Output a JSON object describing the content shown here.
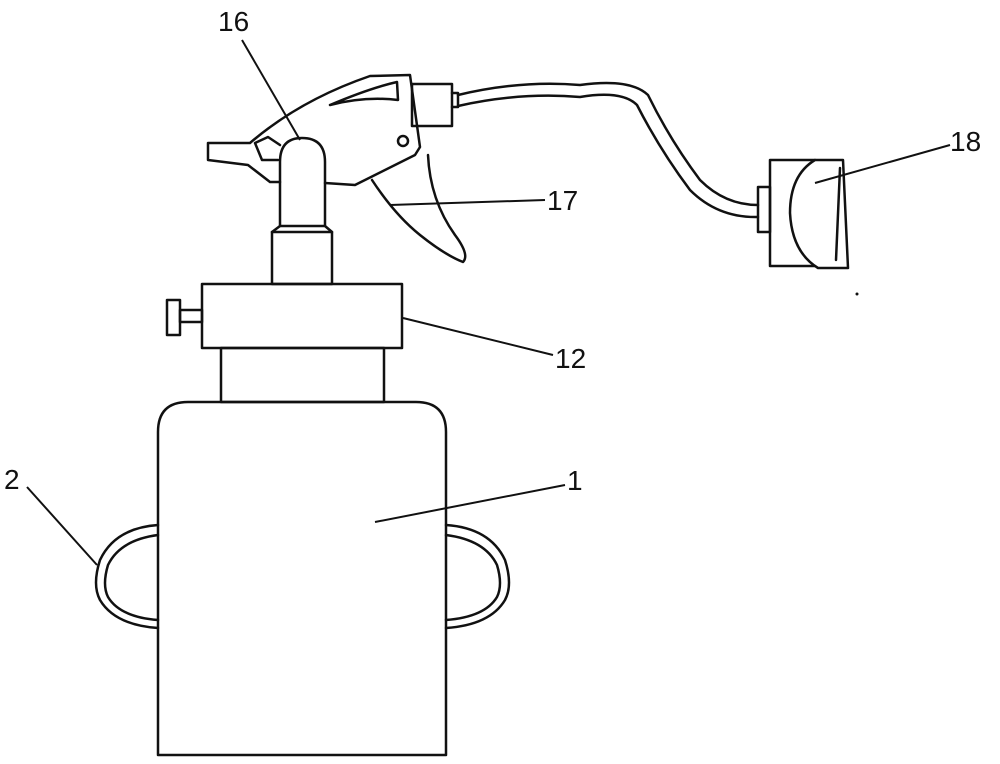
{
  "labels": {
    "bottle_body": "1",
    "handle": "2",
    "cap": "12",
    "spray_head": "16",
    "trigger": "17",
    "mask": "18"
  },
  "colors": {
    "line": "#111111",
    "background": "#ffffff"
  }
}
